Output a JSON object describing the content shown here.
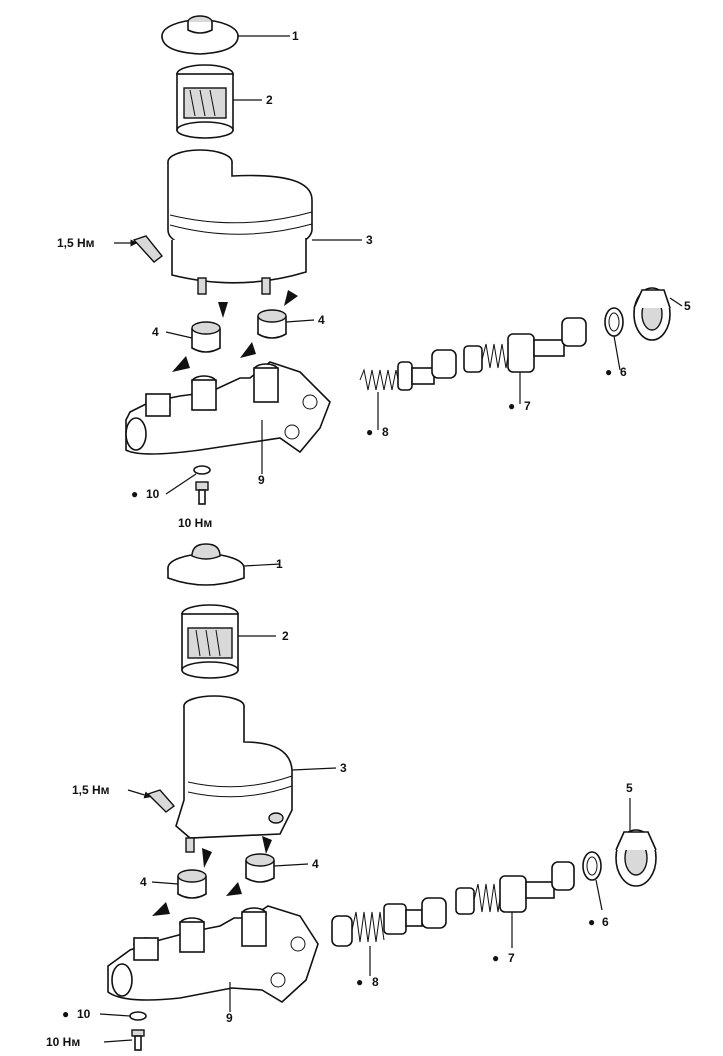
{
  "callouts": {
    "c1": "1",
    "c2": "2",
    "c3": "3",
    "c4": "4",
    "c5": "5",
    "c6": "6",
    "c7": "7",
    "c8": "8",
    "c9": "9",
    "c10": "10"
  },
  "torques": {
    "sensor": "1,5 Нм",
    "bolt": "10 Нм"
  },
  "bullet": "●"
}
